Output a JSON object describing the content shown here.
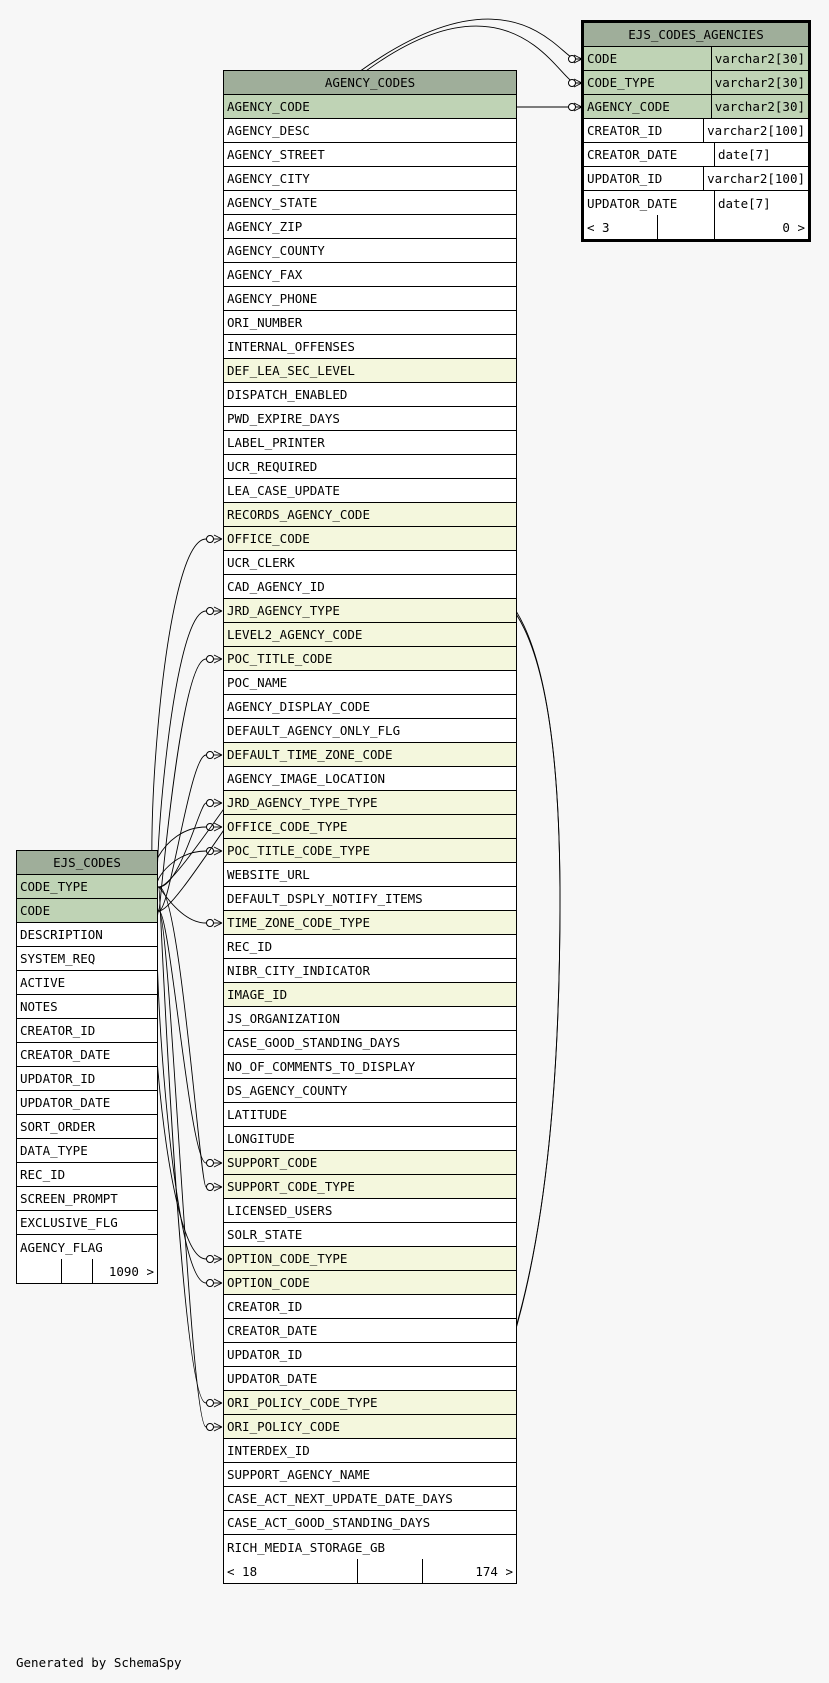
{
  "footer_text": "Generated by SchemaSpy",
  "tables": {
    "agency_codes": {
      "name": "AGENCY_CODES",
      "columns": [
        {
          "name": "AGENCY_CODE",
          "kind": "pk"
        },
        {
          "name": "AGENCY_DESC",
          "kind": ""
        },
        {
          "name": "AGENCY_STREET",
          "kind": ""
        },
        {
          "name": "AGENCY_CITY",
          "kind": ""
        },
        {
          "name": "AGENCY_STATE",
          "kind": ""
        },
        {
          "name": "AGENCY_ZIP",
          "kind": ""
        },
        {
          "name": "AGENCY_COUNTY",
          "kind": ""
        },
        {
          "name": "AGENCY_FAX",
          "kind": ""
        },
        {
          "name": "AGENCY_PHONE",
          "kind": ""
        },
        {
          "name": "ORI_NUMBER",
          "kind": ""
        },
        {
          "name": "INTERNAL_OFFENSES",
          "kind": ""
        },
        {
          "name": "DEF_LEA_SEC_LEVEL",
          "kind": "fk"
        },
        {
          "name": "DISPATCH_ENABLED",
          "kind": ""
        },
        {
          "name": "PWD_EXPIRE_DAYS",
          "kind": ""
        },
        {
          "name": "LABEL_PRINTER",
          "kind": ""
        },
        {
          "name": "UCR_REQUIRED",
          "kind": ""
        },
        {
          "name": "LEA_CASE_UPDATE",
          "kind": ""
        },
        {
          "name": "RECORDS_AGENCY_CODE",
          "kind": "fk"
        },
        {
          "name": "OFFICE_CODE",
          "kind": "fk"
        },
        {
          "name": "UCR_CLERK",
          "kind": ""
        },
        {
          "name": "CAD_AGENCY_ID",
          "kind": ""
        },
        {
          "name": "JRD_AGENCY_TYPE",
          "kind": "fk"
        },
        {
          "name": "LEVEL2_AGENCY_CODE",
          "kind": "fk"
        },
        {
          "name": "POC_TITLE_CODE",
          "kind": "fk"
        },
        {
          "name": "POC_NAME",
          "kind": ""
        },
        {
          "name": "AGENCY_DISPLAY_CODE",
          "kind": ""
        },
        {
          "name": "DEFAULT_AGENCY_ONLY_FLG",
          "kind": ""
        },
        {
          "name": "DEFAULT_TIME_ZONE_CODE",
          "kind": "fk"
        },
        {
          "name": "AGENCY_IMAGE_LOCATION",
          "kind": ""
        },
        {
          "name": "JRD_AGENCY_TYPE_TYPE",
          "kind": "fk"
        },
        {
          "name": "OFFICE_CODE_TYPE",
          "kind": "fk"
        },
        {
          "name": "POC_TITLE_CODE_TYPE",
          "kind": "fk"
        },
        {
          "name": "WEBSITE_URL",
          "kind": ""
        },
        {
          "name": "DEFAULT_DSPLY_NOTIFY_ITEMS",
          "kind": ""
        },
        {
          "name": "TIME_ZONE_CODE_TYPE",
          "kind": "fk"
        },
        {
          "name": "REC_ID",
          "kind": ""
        },
        {
          "name": "NIBR_CITY_INDICATOR",
          "kind": ""
        },
        {
          "name": "IMAGE_ID",
          "kind": "fk"
        },
        {
          "name": "JS_ORGANIZATION",
          "kind": ""
        },
        {
          "name": "CASE_GOOD_STANDING_DAYS",
          "kind": ""
        },
        {
          "name": "NO_OF_COMMENTS_TO_DISPLAY",
          "kind": ""
        },
        {
          "name": "DS_AGENCY_COUNTY",
          "kind": ""
        },
        {
          "name": "LATITUDE",
          "kind": ""
        },
        {
          "name": "LONGITUDE",
          "kind": ""
        },
        {
          "name": "SUPPORT_CODE",
          "kind": "fk"
        },
        {
          "name": "SUPPORT_CODE_TYPE",
          "kind": "fk"
        },
        {
          "name": "LICENSED_USERS",
          "kind": ""
        },
        {
          "name": "SOLR_STATE",
          "kind": ""
        },
        {
          "name": "OPTION_CODE_TYPE",
          "kind": "fk"
        },
        {
          "name": "OPTION_CODE",
          "kind": "fk"
        },
        {
          "name": "CREATOR_ID",
          "kind": ""
        },
        {
          "name": "CREATOR_DATE",
          "kind": ""
        },
        {
          "name": "UPDATOR_ID",
          "kind": ""
        },
        {
          "name": "UPDATOR_DATE",
          "kind": ""
        },
        {
          "name": "ORI_POLICY_CODE_TYPE",
          "kind": "fk"
        },
        {
          "name": "ORI_POLICY_CODE",
          "kind": "fk"
        },
        {
          "name": "INTERDEX_ID",
          "kind": ""
        },
        {
          "name": "SUPPORT_AGENCY_NAME",
          "kind": ""
        },
        {
          "name": "CASE_ACT_NEXT_UPDATE_DATE_DAYS",
          "kind": ""
        },
        {
          "name": "CASE_ACT_GOOD_STANDING_DAYS",
          "kind": ""
        },
        {
          "name": "RICH_MEDIA_STORAGE_GB",
          "kind": ""
        }
      ],
      "footer": {
        "parents": "< 18",
        "middle": "",
        "children": "174 >"
      }
    },
    "ejs_codes": {
      "name": "EJS_CODES",
      "columns": [
        {
          "name": "CODE_TYPE",
          "kind": "pk"
        },
        {
          "name": "CODE",
          "kind": "pk"
        },
        {
          "name": "DESCRIPTION",
          "kind": ""
        },
        {
          "name": "SYSTEM_REQ",
          "kind": ""
        },
        {
          "name": "ACTIVE",
          "kind": ""
        },
        {
          "name": "NOTES",
          "kind": ""
        },
        {
          "name": "CREATOR_ID",
          "kind": ""
        },
        {
          "name": "CREATOR_DATE",
          "kind": ""
        },
        {
          "name": "UPDATOR_ID",
          "kind": ""
        },
        {
          "name": "UPDATOR_DATE",
          "kind": ""
        },
        {
          "name": "SORT_ORDER",
          "kind": ""
        },
        {
          "name": "DATA_TYPE",
          "kind": ""
        },
        {
          "name": "REC_ID",
          "kind": ""
        },
        {
          "name": "SCREEN_PROMPT",
          "kind": ""
        },
        {
          "name": "EXCLUSIVE_FLG",
          "kind": ""
        },
        {
          "name": "AGENCY_FLAG",
          "kind": ""
        }
      ],
      "footer": {
        "parents": "",
        "middle": "",
        "children": "1090 >"
      }
    },
    "ejs_codes_agencies": {
      "name": "EJS_CODES_AGENCIES",
      "columns": [
        {
          "name": "CODE",
          "type": "varchar2[30]",
          "kind": "pk"
        },
        {
          "name": "CODE_TYPE",
          "type": "varchar2[30]",
          "kind": "pk"
        },
        {
          "name": "AGENCY_CODE",
          "type": "varchar2[30]",
          "kind": "pk"
        },
        {
          "name": "CREATOR_ID",
          "type": "varchar2[100]",
          "kind": ""
        },
        {
          "name": "CREATOR_DATE",
          "type": "date[7]",
          "kind": ""
        },
        {
          "name": "UPDATOR_ID",
          "type": "varchar2[100]",
          "kind": ""
        },
        {
          "name": "UPDATOR_DATE",
          "type": "date[7]",
          "kind": ""
        }
      ],
      "footer": {
        "parents": "< 3",
        "middle": "",
        "children": "0 >"
      }
    }
  },
  "relationships": [
    {
      "from": "AGENCY_CODES.OFFICE_CODE",
      "to": "EJS_CODES.CODE"
    },
    {
      "from": "AGENCY_CODES.JRD_AGENCY_TYPE",
      "to": "EJS_CODES.CODE"
    },
    {
      "from": "AGENCY_CODES.POC_TITLE_CODE",
      "to": "EJS_CODES.CODE"
    },
    {
      "from": "AGENCY_CODES.DEFAULT_TIME_ZONE_CODE",
      "to": "EJS_CODES.CODE"
    },
    {
      "from": "AGENCY_CODES.JRD_AGENCY_TYPE_TYPE",
      "to": "EJS_CODES.CODE_TYPE"
    },
    {
      "from": "AGENCY_CODES.OFFICE_CODE_TYPE",
      "to": "EJS_CODES.CODE_TYPE"
    },
    {
      "from": "AGENCY_CODES.POC_TITLE_CODE_TYPE",
      "to": "EJS_CODES.CODE_TYPE"
    },
    {
      "from": "AGENCY_CODES.TIME_ZONE_CODE_TYPE",
      "to": "EJS_CODES.CODE_TYPE"
    },
    {
      "from": "AGENCY_CODES.SUPPORT_CODE",
      "to": "EJS_CODES.CODE"
    },
    {
      "from": "AGENCY_CODES.SUPPORT_CODE_TYPE",
      "to": "EJS_CODES.CODE_TYPE"
    },
    {
      "from": "AGENCY_CODES.OPTION_CODE_TYPE",
      "to": "EJS_CODES.CODE_TYPE"
    },
    {
      "from": "AGENCY_CODES.OPTION_CODE",
      "to": "EJS_CODES.CODE"
    },
    {
      "from": "AGENCY_CODES.ORI_POLICY_CODE_TYPE",
      "to": "EJS_CODES.CODE_TYPE"
    },
    {
      "from": "AGENCY_CODES.ORI_POLICY_CODE",
      "to": "EJS_CODES.CODE"
    },
    {
      "from": "EJS_CODES_AGENCIES.CODE",
      "to": "EJS_CODES.CODE"
    },
    {
      "from": "EJS_CODES_AGENCIES.CODE_TYPE",
      "to": "EJS_CODES.CODE_TYPE"
    },
    {
      "from": "EJS_CODES_AGENCIES.AGENCY_CODE",
      "to": "AGENCY_CODES.AGENCY_CODE"
    }
  ]
}
